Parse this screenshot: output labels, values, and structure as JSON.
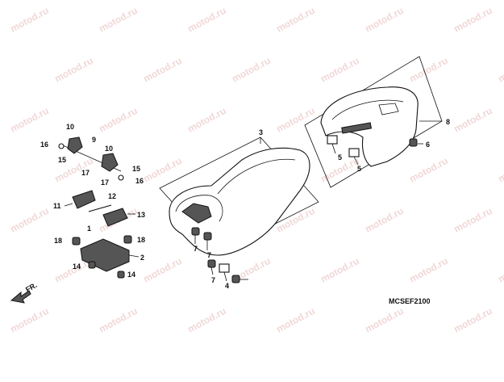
{
  "diagram": {
    "code": "MCSEF2100",
    "watermark": "motod.ru",
    "front_label": "FR.",
    "callouts": {
      "c1": "1",
      "c2": "2",
      "c3": "3",
      "c4": "4",
      "c5a": "5",
      "c5b": "5",
      "c6": "6",
      "c7a": "7",
      "c7b": "7",
      "c7c": "7",
      "c8": "8",
      "c9": "9",
      "c10a": "10",
      "c10b": "10",
      "c11": "11",
      "c12": "12",
      "c13": "13",
      "c14a": "14",
      "c14b": "14",
      "c15a": "15",
      "c15b": "15",
      "c16a": "16",
      "c16b": "16",
      "c17a": "17",
      "c17b": "17",
      "c18a": "18",
      "c18b": "18"
    }
  }
}
